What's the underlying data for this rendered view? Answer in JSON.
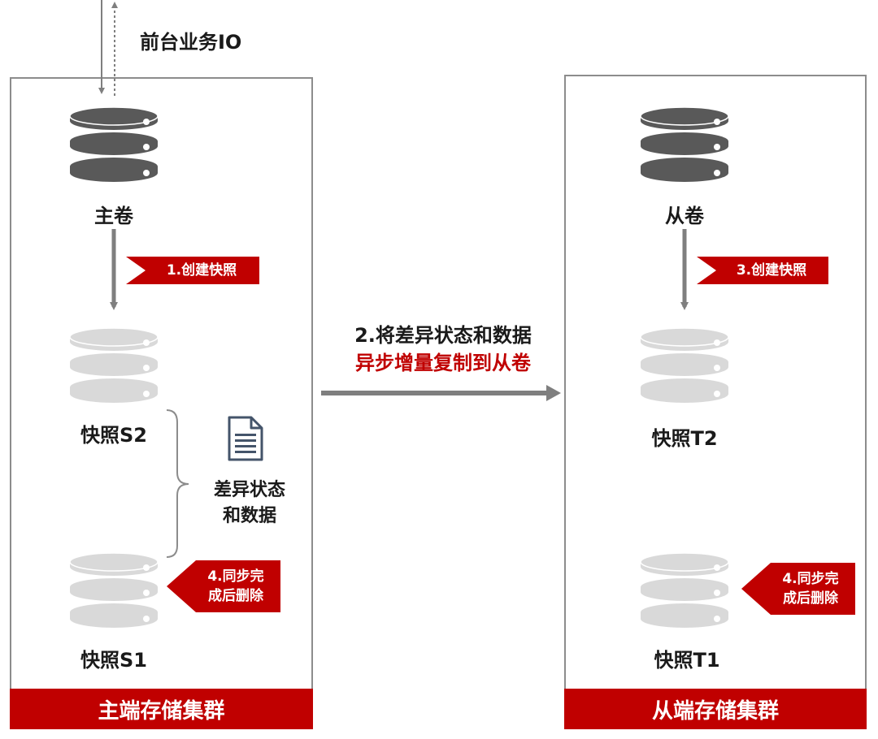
{
  "io": {
    "label": "前台业务IO"
  },
  "primary_cluster": {
    "footer": "主端存储集群",
    "volume_label": "主卷",
    "snapshot_s2_label": "快照S2",
    "snapshot_s1_label": "快照S1",
    "step1_label": "1.创建快照",
    "step4_label": "4.同步完\n成后删除",
    "diff_label": "差异状态\n和数据",
    "diff_icon": "document-icon"
  },
  "replication": {
    "line1": "2.将差异状态和数据",
    "line2": "异步增量复制到从卷",
    "line2_color": "#c00000"
  },
  "secondary_cluster": {
    "footer": "从端存储集群",
    "volume_label": "从卷",
    "snapshot_t2_label": "快照T2",
    "snapshot_t1_label": "快照T1",
    "step3_label": "3.创建快照",
    "step4_label": "4.同步完\n成后删除"
  },
  "colors": {
    "accent": "#c00000",
    "database_active": "#595959",
    "database_snapshot": "#d9d9d9",
    "arrow": "#7f7f7f",
    "border": "#8c8c8c"
  }
}
